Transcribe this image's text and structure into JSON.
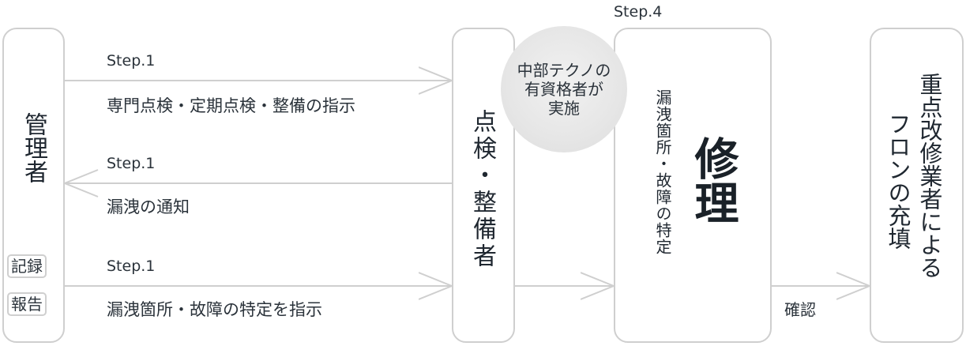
{
  "nodes": {
    "manager": {
      "label": "管理者",
      "tags": [
        "記録",
        "報告"
      ]
    },
    "inspector": {
      "label": "点検・整備者"
    },
    "qualified_badge": {
      "lines": [
        "中部テクノの",
        "有資格者が",
        "実施"
      ]
    },
    "repair": {
      "step": "Step.4",
      "title": "修理",
      "subtitle": "漏洩箇所・故障の特定"
    },
    "refill": {
      "line1": "重点改修業者による",
      "line2": "フロンの充填"
    }
  },
  "edges": [
    {
      "step": "Step.1",
      "label": "専門点検・定期点検・整備の指示",
      "from": "manager",
      "to": "inspector"
    },
    {
      "step": "Step.1",
      "label": "漏洩の通知",
      "from": "inspector",
      "to": "manager"
    },
    {
      "step": "Step.1",
      "label": "漏洩箇所・故障の特定を指示",
      "from": "manager",
      "to": "inspector"
    },
    {
      "label": "",
      "from": "inspector",
      "to": "repair"
    },
    {
      "label": "確認",
      "from": "repair",
      "to": "refill"
    }
  ],
  "colors": {
    "border": "#cfcfcf",
    "text": "#2a323a",
    "circle": "#e6e6e6"
  }
}
